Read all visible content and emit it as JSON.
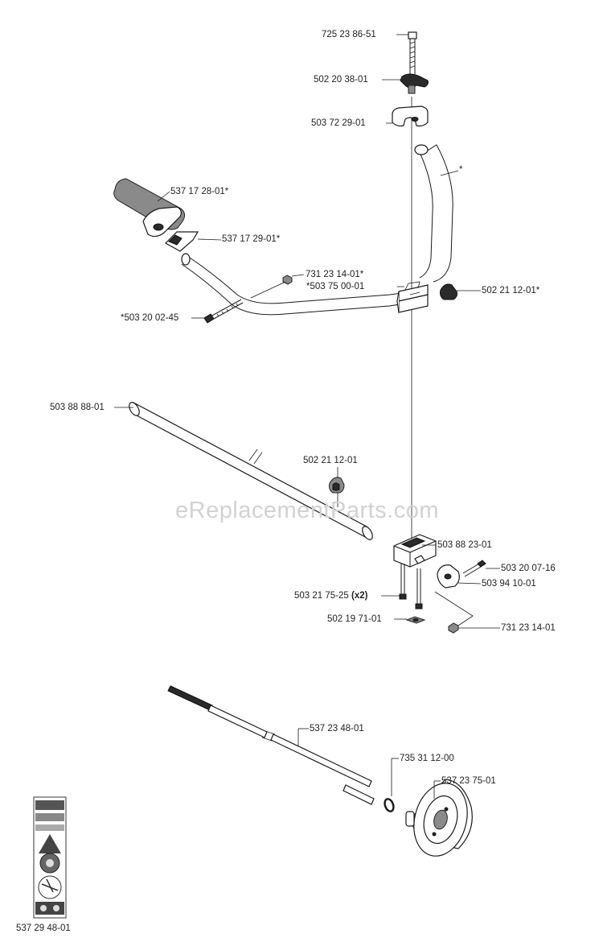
{
  "watermark": "eReplacementParts.com",
  "labels": {
    "bolt_top": "725 23 86-51",
    "knob_top": "502 20 38-01",
    "clamp_top": "503 72 29-01",
    "asterisk": "*",
    "grip_left": "537 17 28-01*",
    "grip_clip": "537 17 29-01*",
    "nut_handle": "731 23 14-01*",
    "clamp_handle": "*503 75 00-01",
    "knob_right": "502 21 12-01*",
    "screw_handle": "*503 20 02-45",
    "shaft_tube": "503 88 88-01",
    "knob_tube": "502 21 12-01",
    "tube_clamp": "503 88 23-01",
    "screw_side": "503 20 07-16",
    "screw_bottom": "503 21 75-25",
    "screw_bottom_qty": "(x2)",
    "bracket_side": "503 94 10-01",
    "square_nut": "502 19 71-01",
    "nut_bottom": "731 23 14-01",
    "drive_shaft": "537 23 48-01",
    "ring": "735 31 12-00",
    "drum": "537 23 75-01",
    "decal": "537 29 48-01"
  }
}
